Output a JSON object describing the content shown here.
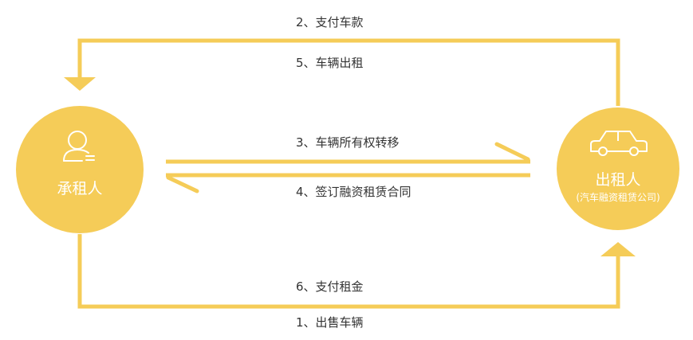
{
  "lessee": {
    "name": "承租人"
  },
  "lessor": {
    "name": "出租人",
    "subtitle": "(汽车融资租赁公司)"
  },
  "flows": {
    "pay_car": "2、支付车款",
    "lease_car": "5、车辆出租",
    "transfer_ownership": "3、车辆所有权转移",
    "sign_contract": "4、签订融资租赁合同",
    "pay_rent": "6、支付租金",
    "sell_car": "1、出售车辆"
  },
  "colors": {
    "accent": "#F5CC58",
    "circle": "#F5CC58",
    "text": "#333333"
  },
  "icons": {
    "lessee": "person-icon",
    "lessor": "car-icon"
  }
}
